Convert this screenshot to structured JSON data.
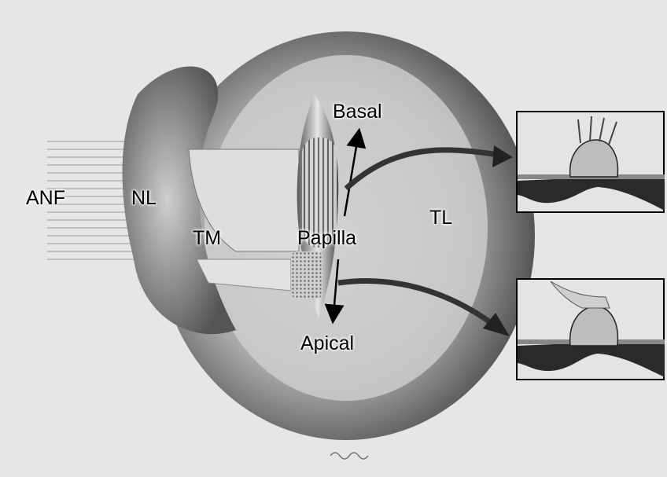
{
  "labels": {
    "anf": "ANF",
    "nl": "NL",
    "tm": "TM",
    "papilla": "Papilla",
    "basal": "Basal",
    "apical": "Apical",
    "tl": "TL"
  },
  "colors": {
    "background": "#e8e8e8",
    "shading": "#3a3a3a",
    "membrane": "#d8d8d8",
    "ink": "#000000"
  }
}
